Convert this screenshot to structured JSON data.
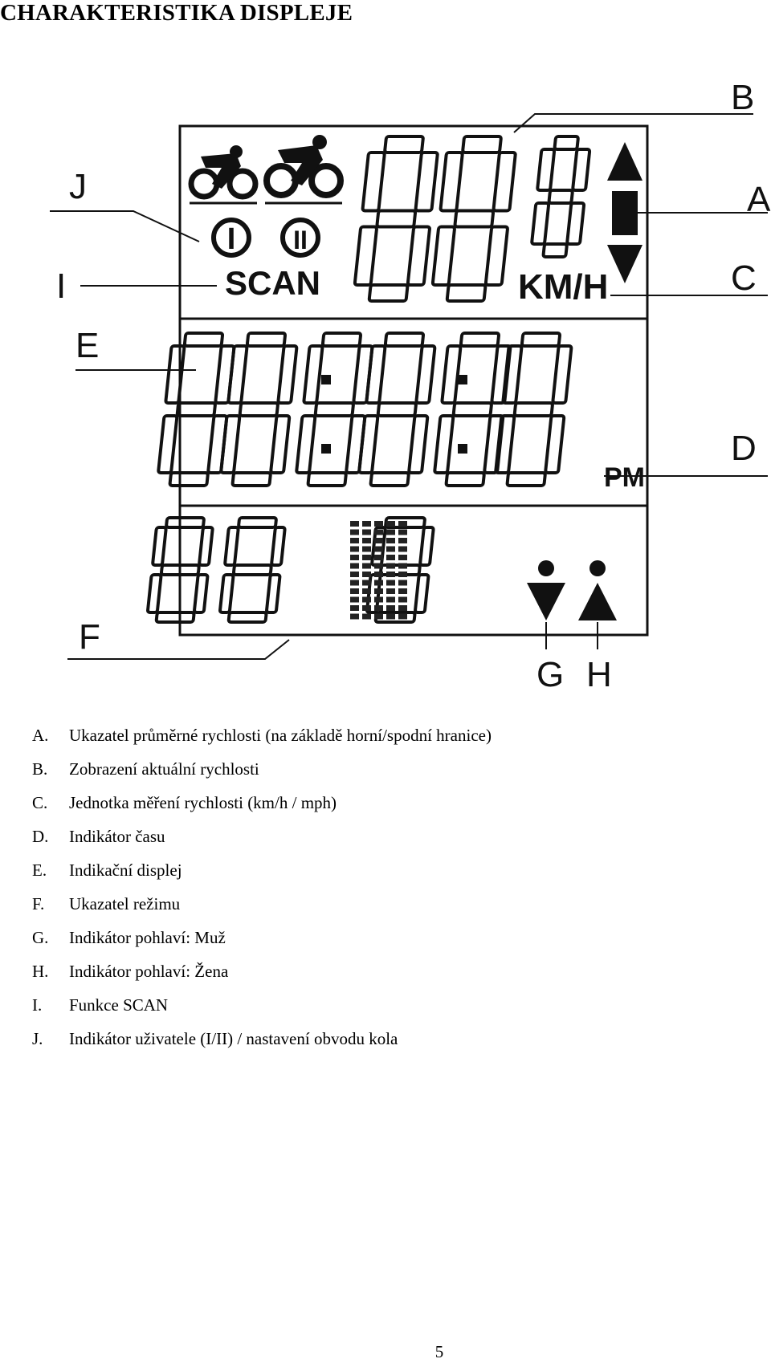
{
  "page": {
    "title": "CHARAKTERISTIKA DISPLEJE",
    "page_number": "5"
  },
  "display": {
    "callouts": [
      "A",
      "B",
      "C",
      "D",
      "E",
      "F",
      "G",
      "H",
      "I",
      "J"
    ],
    "speed_unit": "KM/H",
    "scan_text": "SCAN",
    "pm_text": "PM",
    "user_1": "I",
    "user_2": "II"
  },
  "legend": [
    {
      "key": "A.",
      "text": "Ukazatel průměrné rychlosti (na základě horní/spodní hranice)"
    },
    {
      "key": "B.",
      "text": "Zobrazení aktuální rychlosti"
    },
    {
      "key": "C.",
      "text": "Jednotka měření rychlosti (km/h / mph)"
    },
    {
      "key": "D.",
      "text": "Indikátor času"
    },
    {
      "key": "E.",
      "text": "Indikační displej"
    },
    {
      "key": "F.",
      "text": "Ukazatel režimu"
    },
    {
      "key": "G.",
      "text": "Indikátor pohlaví: Muž"
    },
    {
      "key": "H.",
      "text": "Indikátor pohlaví: Žena"
    },
    {
      "key": "I.",
      "text": "Funkce SCAN"
    },
    {
      "key": "J.",
      "text": "Indikátor uživatele (I/II) / nastavení obvodu kola"
    }
  ]
}
